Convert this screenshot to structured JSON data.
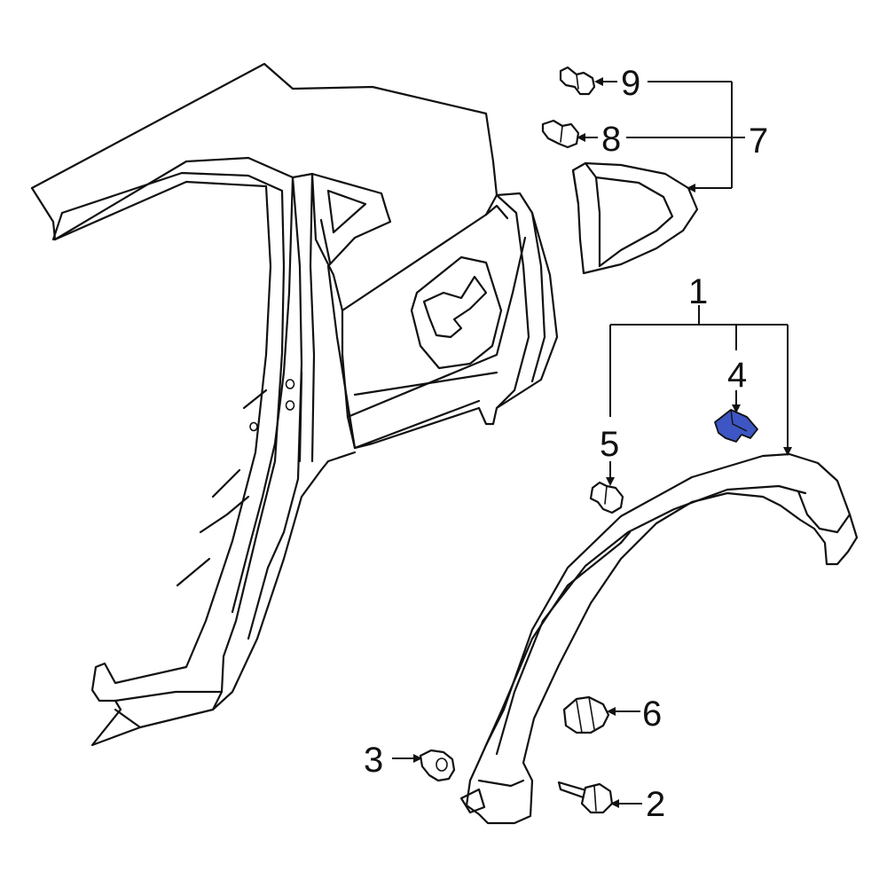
{
  "callouts": [
    "1",
    "2",
    "3",
    "4",
    "5",
    "6",
    "7",
    "8",
    "9"
  ],
  "highlight_color": "#3d56c4",
  "line_color": "#111111",
  "background_color": "#ffffff"
}
